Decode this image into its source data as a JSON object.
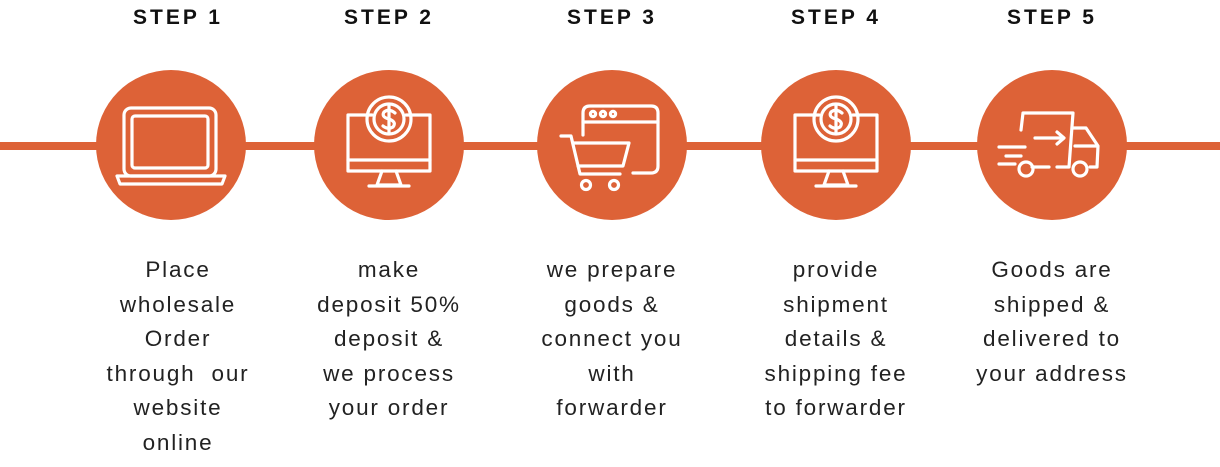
{
  "colors": {
    "accent": "#dd6237",
    "title": "#111111",
    "text": "#222222",
    "background": "#ffffff"
  },
  "steps": [
    {
      "title": "STEP 1",
      "icon": "laptop-icon",
      "lines": [
        "Place",
        "wholesale",
        "Order",
        "through  our",
        "website",
        "online"
      ]
    },
    {
      "title": "STEP 2",
      "icon": "monitor-dollar-icon",
      "lines": [
        "make",
        "deposit 50%",
        "deposit &",
        "we process",
        "your order"
      ]
    },
    {
      "title": "STEP 3",
      "icon": "browser-cart-icon",
      "lines": [
        "we prepare",
        "goods &",
        "connect you",
        "with",
        "forwarder"
      ]
    },
    {
      "title": "STEP 4",
      "icon": "monitor-dollar-icon",
      "lines": [
        "provide",
        "shipment",
        "details &",
        "shipping fee",
        "to forwarder"
      ]
    },
    {
      "title": "STEP 5",
      "icon": "delivery-truck-icon",
      "lines": [
        "Goods are",
        "shipped &",
        "delivered to",
        "your address"
      ]
    }
  ]
}
